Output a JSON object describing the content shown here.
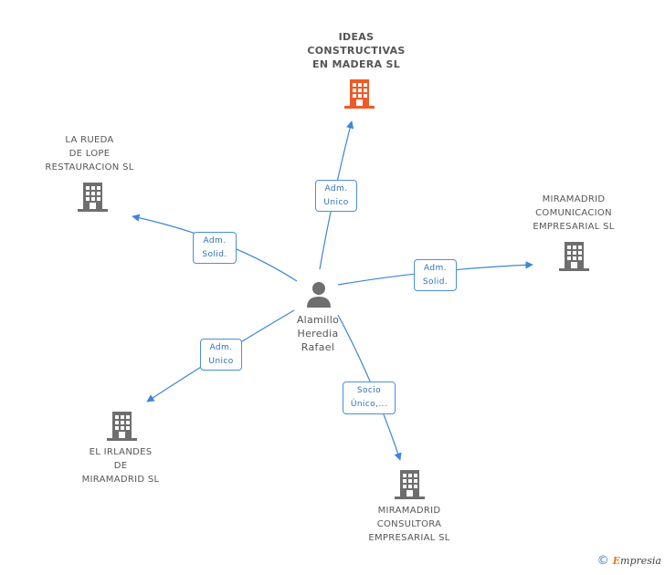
{
  "nodes": {
    "center": {
      "lines": [
        "Alamillo",
        "Heredia",
        "Rafael"
      ]
    },
    "ideas": {
      "lines": [
        "IDEAS",
        "CONSTRUCTIVAS",
        "EN MADERA SL"
      ]
    },
    "rueda": {
      "lines": [
        "LA RUEDA",
        "DE LOPE",
        "RESTAURACION SL"
      ]
    },
    "comunicacion": {
      "lines": [
        "MIRAMADRID",
        "COMUNICACION",
        "EMPRESARIAL SL"
      ]
    },
    "irlandes": {
      "lines": [
        "EL IRLANDES",
        "DE",
        "MIRAMADRID SL"
      ]
    },
    "consultora": {
      "lines": [
        "MIRAMADRID",
        "CONSULTORA",
        "EMPRESARIAL SL"
      ]
    }
  },
  "edges": {
    "ideas": {
      "lines": [
        "Adm.",
        "Unico"
      ]
    },
    "rueda": {
      "lines": [
        "Adm.",
        "Solid."
      ]
    },
    "comunicacion": {
      "lines": [
        "Adm.",
        "Solid."
      ]
    },
    "irlandes": {
      "lines": [
        "Adm.",
        "Unico"
      ]
    },
    "consultora": {
      "lines": [
        "Socio",
        "Único,..."
      ]
    }
  },
  "footer": {
    "copyright": "©",
    "brand_first": "E",
    "brand_rest": "mpresia"
  },
  "colors": {
    "main_building": "#f05a28",
    "building": "#6e6e6e",
    "edge": "#3d85d6",
    "person": "#6e6e6e"
  }
}
